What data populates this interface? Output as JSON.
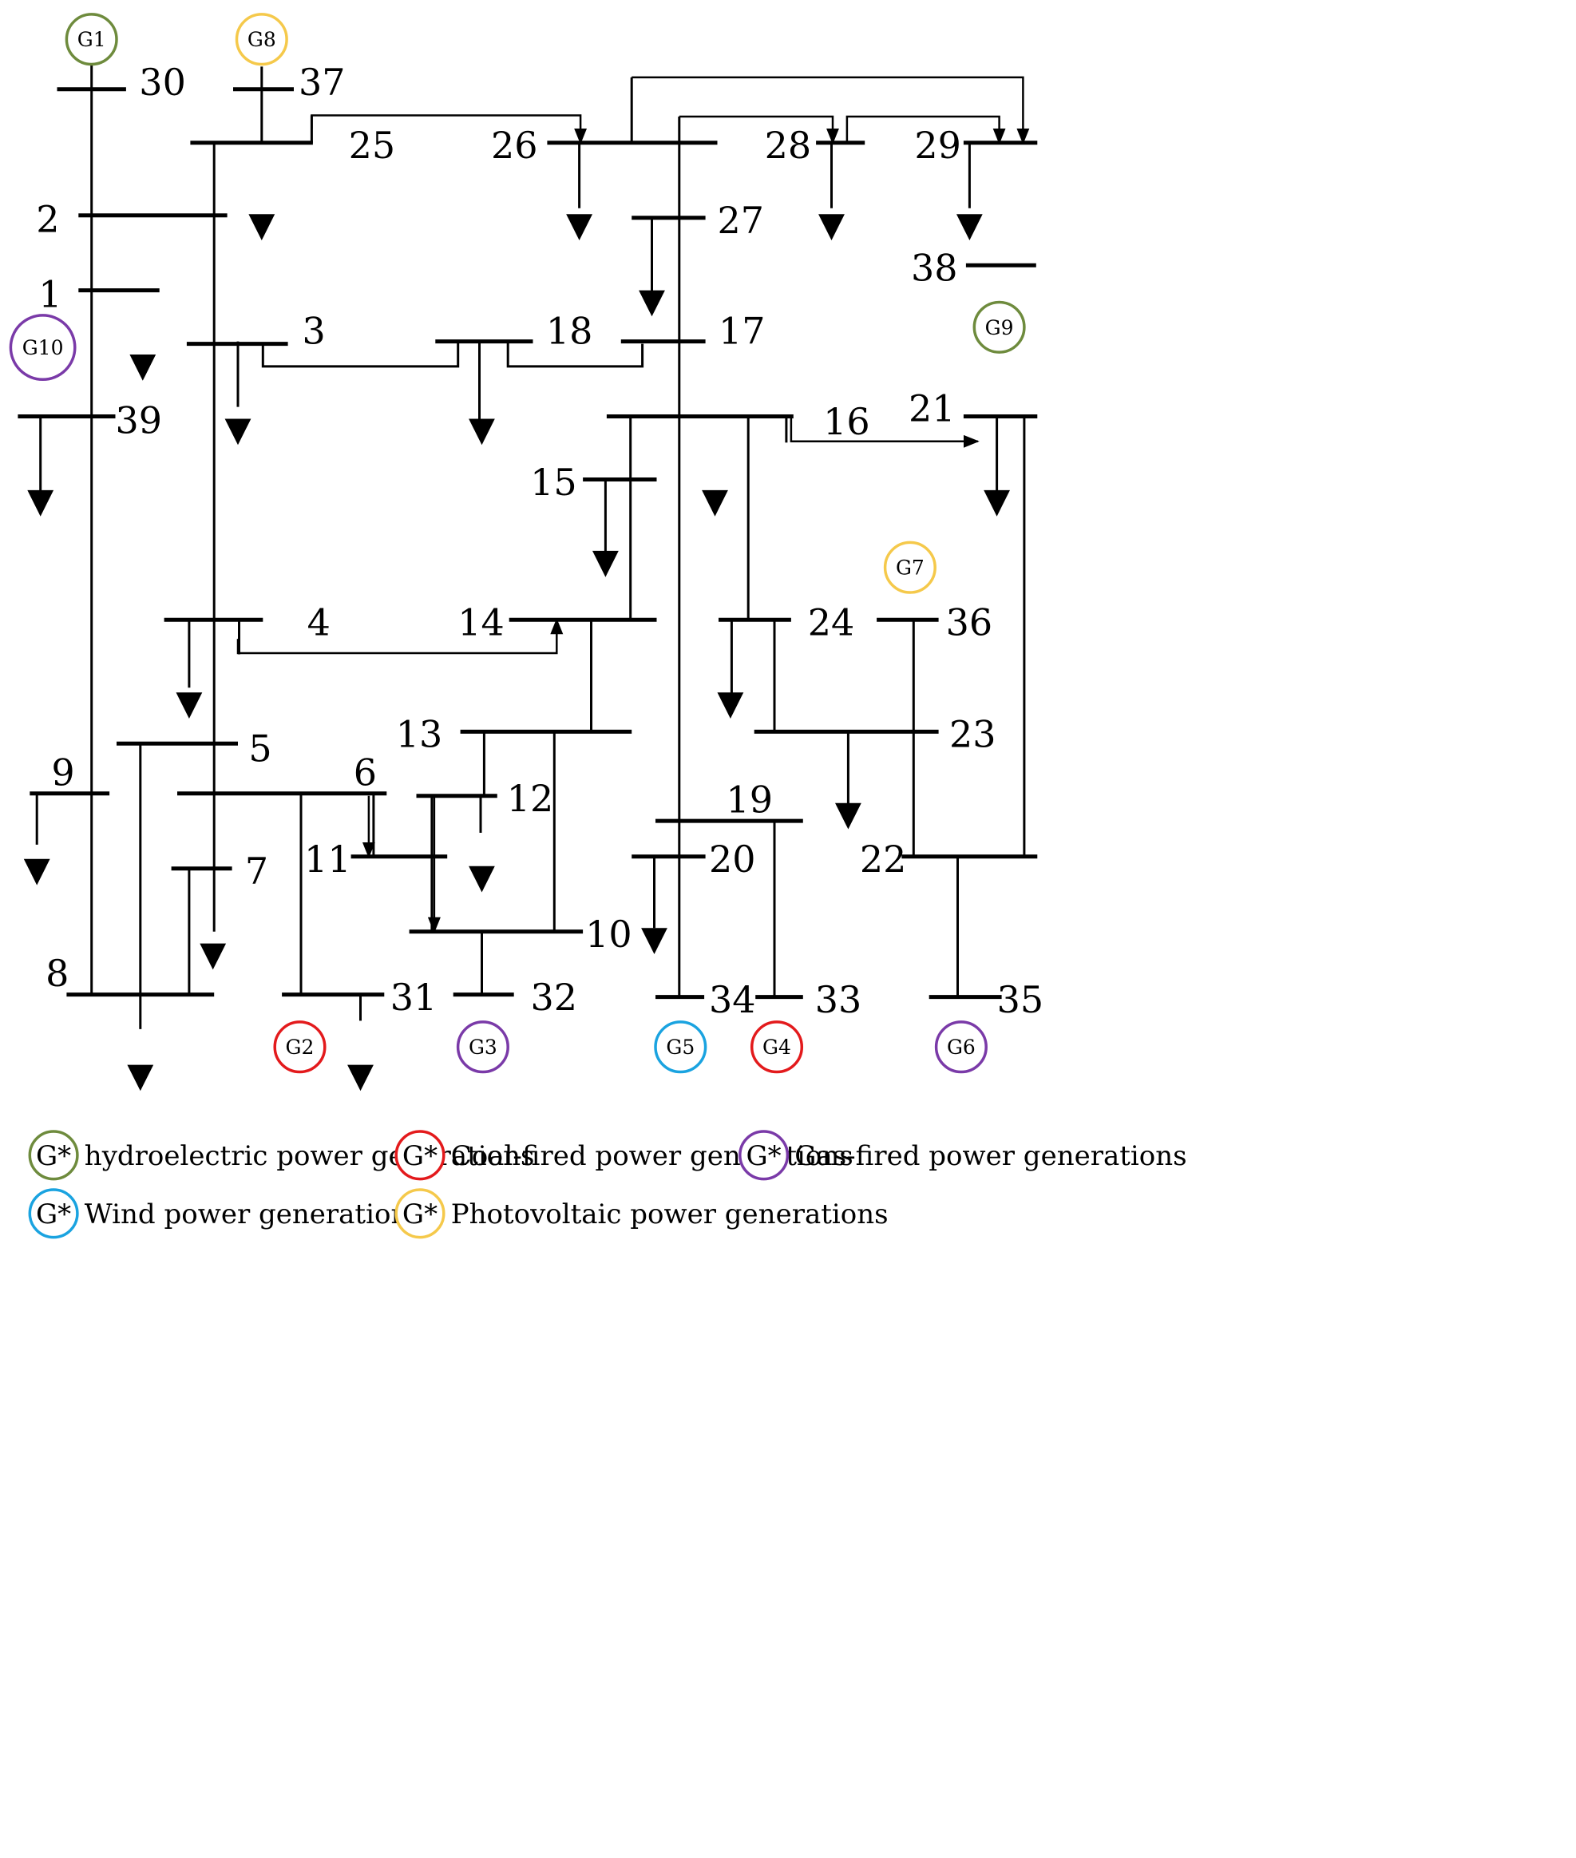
{
  "bus_labels": {
    "b1": "1",
    "b2": "2",
    "b3": "3",
    "b4": "4",
    "b5": "5",
    "b6": "6",
    "b7": "7",
    "b8": "8",
    "b9": "9",
    "b10": "10",
    "b11": "11",
    "b12": "12",
    "b13": "13",
    "b14": "14",
    "b15": "15",
    "b16": "16",
    "b17": "17",
    "b18": "18",
    "b19": "19",
    "b20": "20",
    "b21": "21",
    "b22": "22",
    "b23": "23",
    "b24": "24",
    "b25": "25",
    "b26": "26",
    "b27": "27",
    "b28": "28",
    "b29": "29",
    "b30": "30",
    "b31": "31",
    "b32": "32",
    "b33": "33",
    "b34": "34",
    "b35": "35",
    "b36": "36",
    "b37": "37",
    "b38": "38",
    "b39": "39"
  },
  "generators": {
    "g1": {
      "label": "G1",
      "color": "#6e8b3d",
      "type": "hydroelectric"
    },
    "g2": {
      "label": "G2",
      "color": "#e31a1c",
      "type": "coal-fired"
    },
    "g3": {
      "label": "G3",
      "color": "#7a3aa8",
      "type": "gas-fired"
    },
    "g4": {
      "label": "G4",
      "color": "#e31a1c",
      "type": "coal-fired"
    },
    "g5": {
      "label": "G5",
      "color": "#1aa3e0",
      "type": "wind"
    },
    "g6": {
      "label": "G6",
      "color": "#7a3aa8",
      "type": "gas-fired"
    },
    "g7": {
      "label": "G7",
      "color": "#f5c94b",
      "type": "photovoltaic"
    },
    "g8": {
      "label": "G8",
      "color": "#f5c94b",
      "type": "photovoltaic"
    },
    "g9": {
      "label": "G9",
      "color": "#6e8b3d",
      "type": "hydroelectric"
    },
    "g10": {
      "label": "G10",
      "color": "#7a3aa8",
      "type": "gas-fired"
    }
  },
  "legend": {
    "symbol": "G*",
    "items": [
      {
        "label": "hydroelectric power generations",
        "color": "#6e8b3d"
      },
      {
        "label": "Coal-fired power generations",
        "color": "#e31a1c"
      },
      {
        "label": "Gas-fired power generations",
        "color": "#7a3aa8"
      },
      {
        "label": "Wind power generations",
        "color": "#1aa3e0"
      },
      {
        "label": "Photovoltaic power generations",
        "color": "#f5c94b"
      }
    ]
  }
}
